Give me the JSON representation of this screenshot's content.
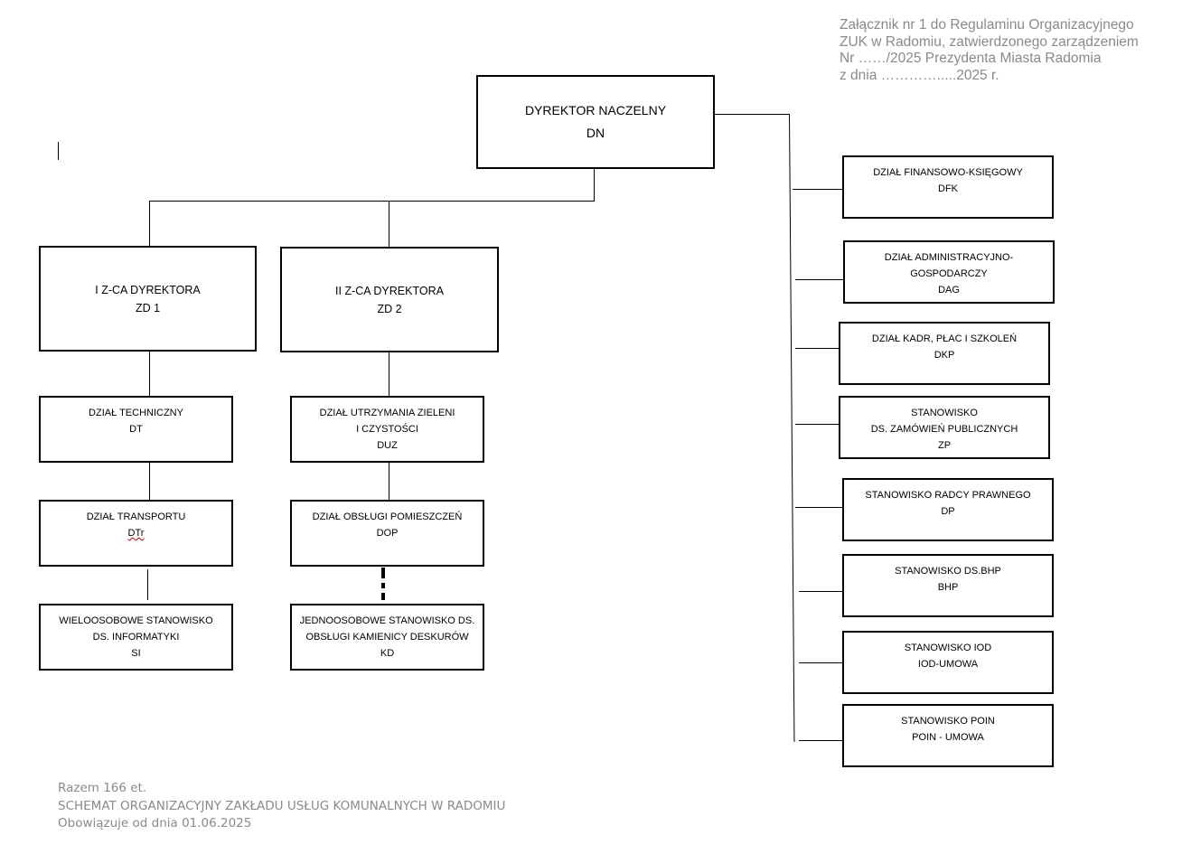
{
  "header_note": [
    "Załącznik nr 1 do Regulaminu Organizacyjnego",
    "ZUK w Radomiu, zatwierdzonego zarządzeniem",
    "Nr ……/2025  Prezydenta Miasta Radomia",
    "z dnia ………….....2025 r."
  ],
  "director": {
    "lines": [
      "DYREKTOR NACZELNY",
      "DN"
    ]
  },
  "deputy1": {
    "lines": [
      "I Z-CA DYREKTORA",
      "ZD 1"
    ]
  },
  "deputy2": {
    "lines": [
      "II Z-CA DYREKTORA",
      "ZD 2"
    ]
  },
  "left_units": [
    {
      "lines": [
        "DZIAŁ TECHNICZNY",
        "DT"
      ]
    },
    {
      "lines": [
        "DZIAŁ TRANSPORTU",
        "DTr"
      ]
    },
    {
      "lines": [
        "WIELOOSOBOWE STANOWISKO",
        "DS. INFORMATYKI",
        "SI"
      ]
    }
  ],
  "middle_units": [
    {
      "lines": [
        "DZIAŁ UTRZYMANIA ZIELENI",
        "I CZYSTOŚCI",
        "DUZ"
      ]
    },
    {
      "lines": [
        "DZIAŁ OBSŁUGI POMIESZCZEŃ",
        "DOP"
      ]
    },
    {
      "lines": [
        "JEDNOOSOBOWE STANOWISKO DS.",
        "OBSŁUGI KAMIENICY DESKURÓW",
        "KD"
      ]
    }
  ],
  "right_units": [
    {
      "lines": [
        "DZIAŁ FINANSOWO-KSIĘGOWY",
        "DFK"
      ]
    },
    {
      "lines": [
        "DZIAŁ ADMINISTRACYJNO-",
        "GOSPODARCZY",
        "DAG"
      ]
    },
    {
      "lines": [
        "DZIAŁ KADR, PŁAC I SZKOLEŃ",
        "DKP"
      ]
    },
    {
      "lines": [
        "STANOWISKO",
        "DS. ZAMÓWIEŃ PUBLICZNYCH",
        "ZP"
      ]
    },
    {
      "lines": [
        "STANOWISKO  RADCY PRAWNEGO",
        "DP"
      ]
    },
    {
      "lines": [
        "STANOWISKO DS.BHP",
        "BHP"
      ]
    },
    {
      "lines": [
        "STANOWISKO IOD",
        "IOD-UMOWA"
      ]
    },
    {
      "lines": [
        "STANOWISKO POIN",
        "POIN - UMOWA"
      ]
    }
  ],
  "footer": [
    "Razem 166 et.",
    "SCHEMAT ORGANIZACYJNY ZAKŁADU USŁUG KOMUNALNYCH W RADOMIU",
    "Obowiązuje od dnia 01.06.2025"
  ]
}
